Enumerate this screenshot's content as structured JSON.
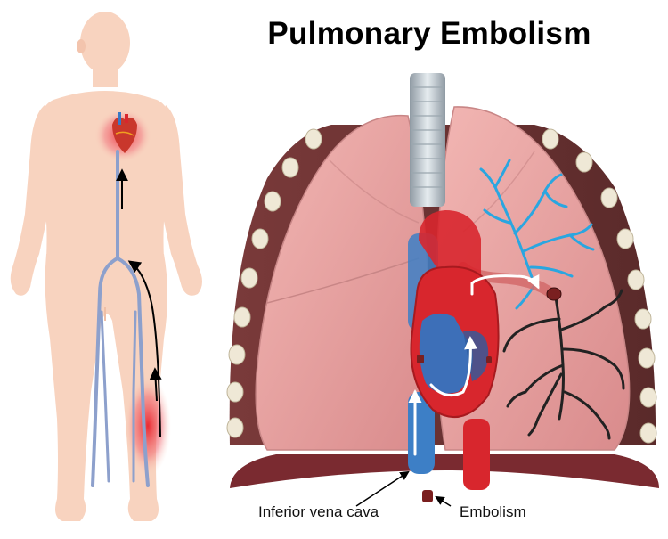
{
  "title": "Pulmonary Embolism",
  "labels": {
    "inferior_vena_cava": "Inferior vena cava",
    "embolism": "Embolism"
  },
  "colors": {
    "skin": "#f8d3bf",
    "vein": "#8da0cc",
    "clot_glow": "#e8202a",
    "lung": "#e9a3a3",
    "artery": "#d8262d",
    "vessel_blue": "#3d7fc6",
    "ribs": "#6b3434",
    "bronchi_blue": "#2aa6e0",
    "bronchi_dark": "#222222"
  }
}
